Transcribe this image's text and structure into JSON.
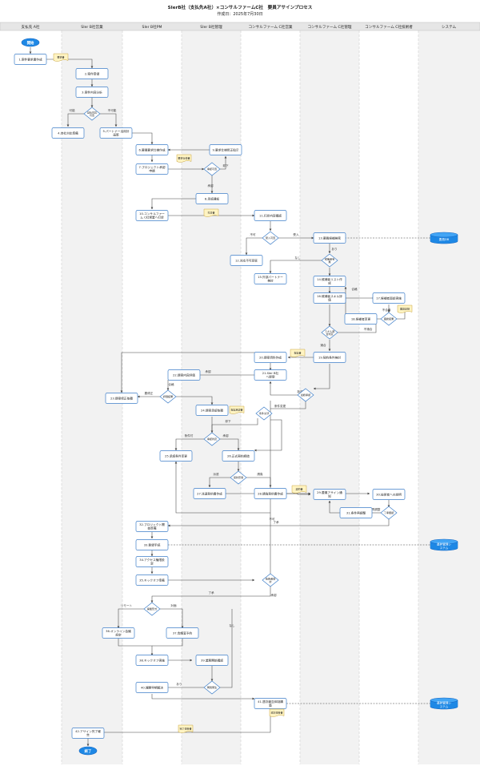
{
  "header": {
    "title": "SIerB社（支払先A社）×コンサルファームC社　要員アサインプロセス",
    "date": "作成日：2025年7月30日"
  },
  "lanes": [
    "支払先 A社",
    "SIer B社営業",
    "SIer B社PM",
    "SIer B社管理",
    "コンサルファーム C社営業",
    "コンサルファーム C社管理",
    "コンサルファーム C社技術者",
    "システム"
  ],
  "terminals": {
    "start": "開始",
    "end": "終了"
  },
  "nodes": [
    {
      "id": "n1",
      "label": "1.案件要求書作成"
    },
    {
      "id": "n2",
      "label": "2.案件受領"
    },
    {
      "id": "n3",
      "label": "3.案件内容分析"
    },
    {
      "id": "n4",
      "label": "4.自社対応準備"
    },
    {
      "id": "n5",
      "label": "5.パートナー活用計画策"
    },
    {
      "id": "n6",
      "label": "6.要員要求仕様作成"
    },
    {
      "id": "n7",
      "label": "7.プロジェクト承認申請"
    },
    {
      "id": "n8",
      "label": "8.承認通知"
    },
    {
      "id": "n9",
      "label": "9.要求仕様修正指示"
    },
    {
      "id": "n10",
      "label": "10.コンサルファーム C社営業へ打診"
    },
    {
      "id": "n11",
      "label": "11.打診内容確認"
    },
    {
      "id": "n12",
      "label": "12.対応不可回答"
    },
    {
      "id": "n13",
      "label": "13.要員候補検索"
    },
    {
      "id": "n14",
      "label": "14.候補者リスト作成"
    },
    {
      "id": "n15",
      "label": "15.外部パートナー検討"
    },
    {
      "id": "n16",
      "label": "16.候補者スキル評価"
    },
    {
      "id": "n17",
      "label": "17.候補者面談実施"
    },
    {
      "id": "n18",
      "label": "18.候補者変更"
    },
    {
      "id": "n19",
      "label": "19.契約条件検討"
    },
    {
      "id": "n20",
      "label": "20.提案資料作成"
    },
    {
      "id": "n21",
      "label": "21.SIer B社へ提案"
    },
    {
      "id": "n22",
      "label": "22.提案内容評価"
    },
    {
      "id": "n23",
      "label": "23.提案修正依頼"
    },
    {
      "id": "n24",
      "label": "24.提案承認依頼"
    },
    {
      "id": "n25",
      "label": "25.承認条件変更"
    },
    {
      "id": "n26",
      "label": "26.正式契約締結"
    },
    {
      "id": "n27",
      "label": "27.派遣契約書作成"
    },
    {
      "id": "n28",
      "label": "28.請負契約書作成"
    },
    {
      "id": "n29",
      "label": "29.要員アサイン通知"
    },
    {
      "id": "n30",
      "label": "30.技術者への説明"
    },
    {
      "id": "n31",
      "label": "31.条件再調整"
    },
    {
      "id": "n32",
      "label": "32.プロジェクト開始準備"
    },
    {
      "id": "n33",
      "label": "33.登録手続"
    },
    {
      "id": "n34",
      "label": "34.アクセス権限設定"
    },
    {
      "id": "n35",
      "label": "35.キックオフ準備"
    },
    {
      "id": "n36",
      "label": "36.オンライン会議設定"
    },
    {
      "id": "n37",
      "label": "37.会議室予約"
    },
    {
      "id": "n38",
      "label": "38.キックオフ実施"
    },
    {
      "id": "n39",
      "label": "39.業務開始確認"
    },
    {
      "id": "n40",
      "label": "40.課題早期解決"
    },
    {
      "id": "n41",
      "label": "41.週次報告体制構築"
    },
    {
      "id": "n42",
      "label": "42.アサイン完了報告"
    }
  ],
  "decisions": [
    {
      "id": "d1",
      "label": "自社対応可否"
    },
    {
      "id": "d2",
      "label": "承認可否"
    },
    {
      "id": "d3",
      "label": "受入可否"
    },
    {
      "id": "d4",
      "label": "候補者有無"
    },
    {
      "id": "d5",
      "label": "面談結果"
    },
    {
      "id": "d6",
      "label": "スキル適合判定"
    },
    {
      "id": "d7",
      "label": "評価結果"
    },
    {
      "id": "d8",
      "label": "承認判定"
    },
    {
      "id": "d9",
      "label": "条件交渉"
    },
    {
      "id": "d10",
      "label": "契約形態"
    },
    {
      "id": "d11",
      "label": "最終承認"
    },
    {
      "id": "d12",
      "label": "了承確認"
    },
    {
      "id": "d13",
      "label": "開催形式"
    },
    {
      "id": "d14",
      "label": "問題発生"
    },
    {
      "id": "d15",
      "label": "技術者検討"
    }
  ],
  "documents": [
    {
      "id": "doc1",
      "label": "要求書"
    },
    {
      "id": "doc2",
      "label": "要求仕様書"
    },
    {
      "id": "doc3",
      "label": "打診書"
    },
    {
      "id": "doc4",
      "label": "面談記録"
    },
    {
      "id": "doc5",
      "label": "提案書"
    },
    {
      "id": "doc6",
      "label": "提案承認書"
    },
    {
      "id": "doc7",
      "label": "契約書"
    },
    {
      "id": "doc8",
      "label": "週次報告書"
    },
    {
      "id": "doc9",
      "label": "完了報告書"
    }
  ],
  "databases": [
    {
      "id": "db1",
      "label": "要員DB"
    },
    {
      "id": "db2",
      "label": "基幹管理システム"
    },
    {
      "id": "db3",
      "label": "基幹管理システム"
    }
  ],
  "edge_labels": [
    {
      "id": "e1",
      "label": "可能"
    },
    {
      "id": "e2",
      "label": "不可能"
    },
    {
      "id": "e3",
      "label": "承認"
    },
    {
      "id": "e4",
      "label": "却下"
    },
    {
      "id": "e5",
      "label": "受入"
    },
    {
      "id": "e6",
      "label": "不可"
    },
    {
      "id": "e7",
      "label": "あり"
    },
    {
      "id": "e8",
      "label": "なし"
    },
    {
      "id": "e9",
      "label": "合格"
    },
    {
      "id": "e10",
      "label": "不合格"
    },
    {
      "id": "e11",
      "label": "適合"
    },
    {
      "id": "e12",
      "label": "不適合"
    },
    {
      "id": "e13",
      "label": "合格"
    },
    {
      "id": "e14",
      "label": "要修正"
    },
    {
      "id": "e15",
      "label": "承認"
    },
    {
      "id": "e16",
      "label": "条件付"
    },
    {
      "id": "e17",
      "label": "却下"
    },
    {
      "id": "e18",
      "label": "派遣"
    },
    {
      "id": "e19",
      "label": "請負"
    },
    {
      "id": "e20",
      "label": "了承"
    },
    {
      "id": "e21",
      "label": "再調整"
    },
    {
      "id": "e22",
      "label": "リモート"
    },
    {
      "id": "e23",
      "label": "対面"
    },
    {
      "id": "e24",
      "label": "あり"
    },
    {
      "id": "e25",
      "label": "なし"
    },
    {
      "id": "e26",
      "label": "了承"
    },
    {
      "id": "e27",
      "label": "不可"
    },
    {
      "id": "e28",
      "label": "承認"
    },
    {
      "id": "e29",
      "label": "承認"
    },
    {
      "id": "e30",
      "label": "拒否"
    },
    {
      "id": "e31",
      "label": "条件変更"
    }
  ]
}
